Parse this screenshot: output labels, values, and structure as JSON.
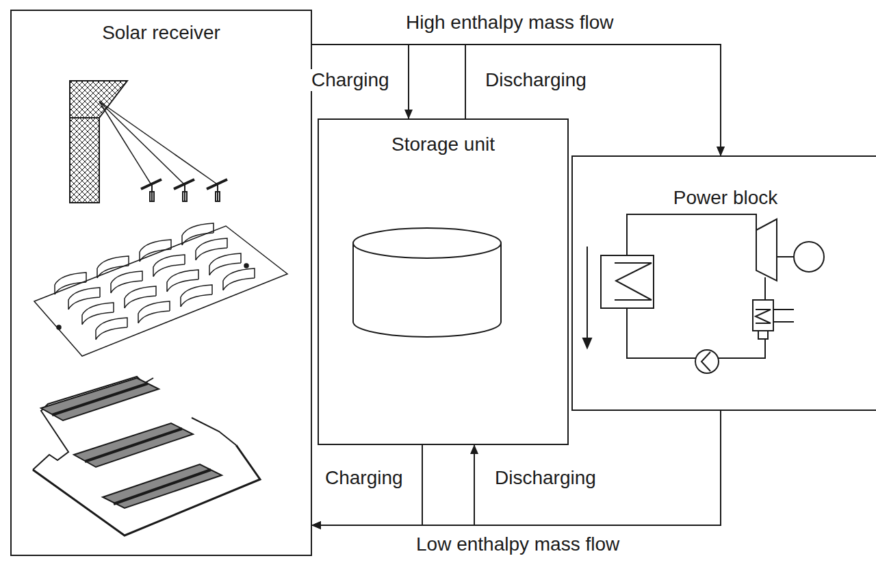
{
  "diagram": {
    "nodes": [
      {
        "text": [
          "Solar receiver"
        ]
      },
      {
        "text": [
          "Storage unit"
        ]
      },
      {
        "text": [
          "Power block"
        ]
      }
    ],
    "edges": [
      {
        "from": 0,
        "to": 2,
        "arrow": "to",
        "label": "High enthalpy mass flow"
      },
      {
        "from": 0,
        "to": 1,
        "arrow": "to",
        "label": "Charging"
      },
      {
        "from": 1,
        "to": 2,
        "arrow": "to",
        "label": "Discharging"
      },
      {
        "from": 2,
        "to": 0,
        "arrow": "to",
        "label": "Low enthalpy mass flow"
      },
      {
        "from": 1,
        "to": 0,
        "arrow": "to",
        "label": "Charging"
      },
      {
        "from": 2,
        "to": 1,
        "arrow": "to",
        "label": "Discharging"
      }
    ]
  }
}
